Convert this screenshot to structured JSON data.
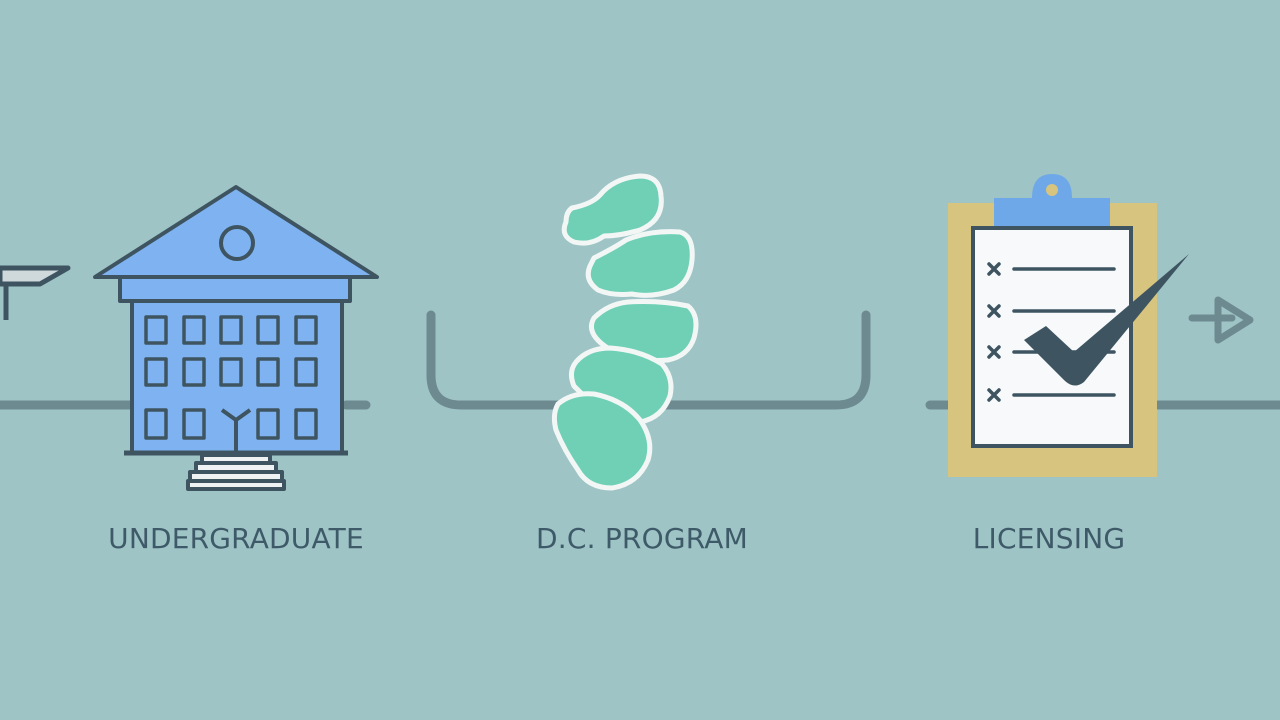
{
  "stages": [
    {
      "id": "undergraduate",
      "label": "UNDERGRADUATE",
      "icon": "university-building-icon"
    },
    {
      "id": "dc-program",
      "label": "D.C. PROGRAM",
      "icon": "spine-vertebrae-icon"
    },
    {
      "id": "licensing",
      "label": "LICENSING",
      "icon": "clipboard-checklist-icon"
    }
  ],
  "colors": {
    "background": "#9ec4c6",
    "line": "#6d8a90",
    "outline": "#3e5561",
    "building": "#7fb2f0",
    "vertebrae": "#6fd0b6",
    "clipboard_board": "#d7c47f",
    "clipboard_clip": "#6ea8e8",
    "paper": "#f7f9fa",
    "label": "#3e5a68"
  }
}
